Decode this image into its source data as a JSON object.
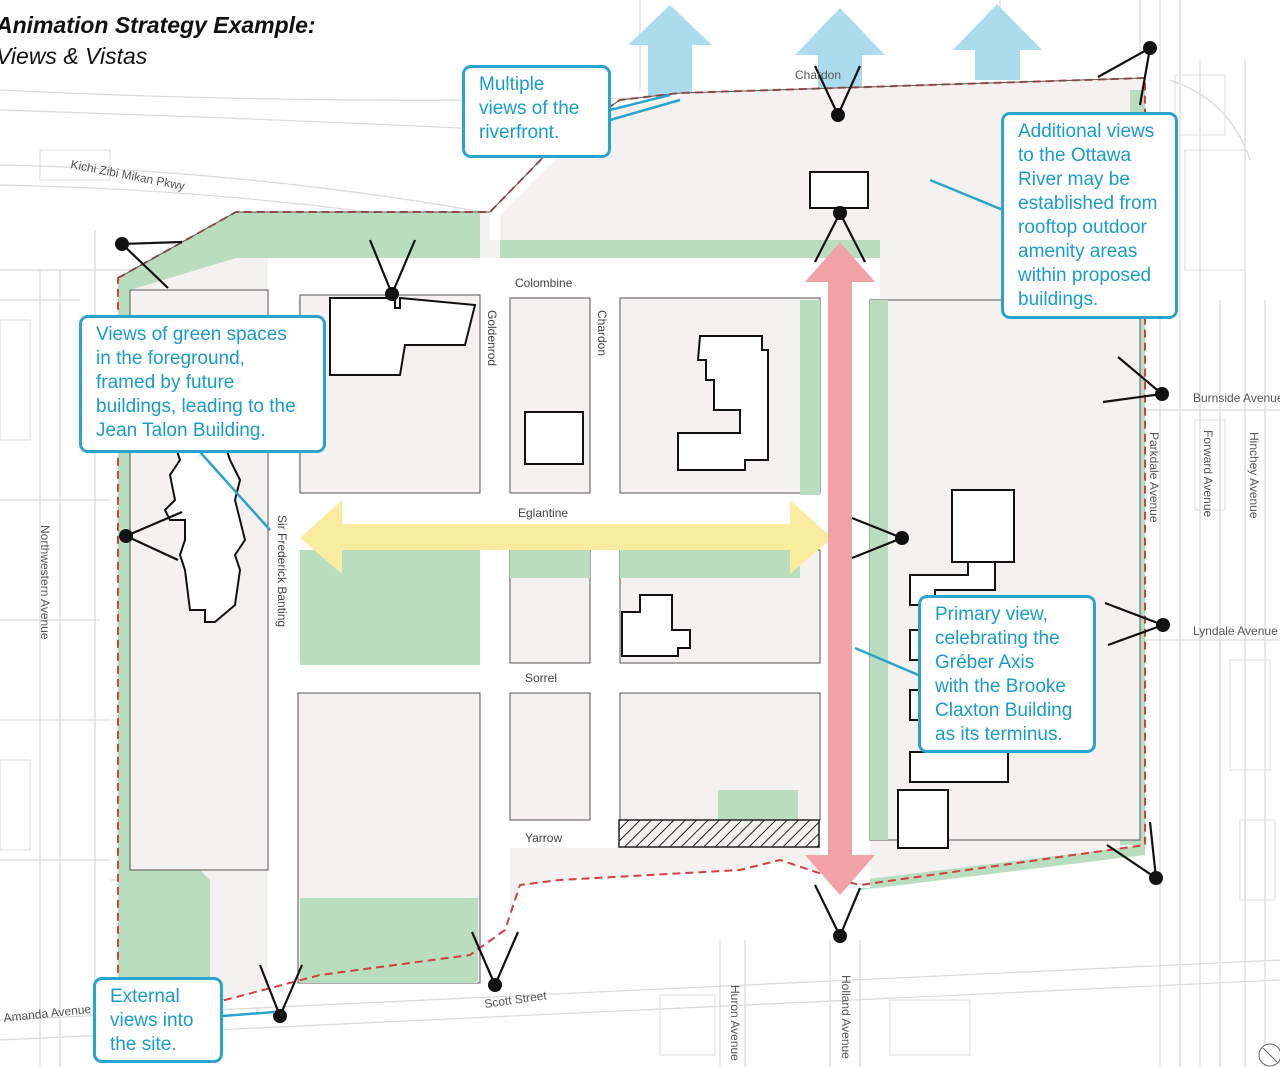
{
  "title": {
    "line1": "Animation Strategy Example:",
    "line2": "Views & Vistas"
  },
  "callouts": {
    "riverfront": [
      "Multiple",
      "views of the",
      "riverfront."
    ],
    "ottawa": [
      "Additional views",
      "to the Ottawa",
      "River may be",
      "established from",
      "rooftop outdoor",
      "amenity areas",
      "within proposed",
      "buildings."
    ],
    "green": [
      "Views of green spaces",
      "in the foreground,",
      "framed by future",
      "buildings, leading to the",
      "Jean Talon Building."
    ],
    "primary": [
      "Primary view,",
      "celebrating the",
      "Gréber Axis",
      "with the Brooke",
      "Claxton Building",
      "as its terminus."
    ],
    "external": [
      "External",
      "views into",
      "the site."
    ]
  },
  "streets": {
    "kichi": "Kichi Zibi Mikan Pkwy",
    "chardon_top": "Chardon",
    "colombine": "Colombine",
    "goldenrod": "Goldenrod",
    "chardon": "Chardon",
    "eglantine": "Eglantine",
    "sorrel": "Sorrel",
    "yarrow": "Yarrow",
    "sir_frederick": "Sir Frederick Banting",
    "northwestern": "Northwestern Avenue",
    "burnside": "Burnside Avenue",
    "parkdale": "Parkdale Avenue",
    "forward": "Forward Avenue",
    "hinchey": "Hinchey Avenue",
    "lyndale": "Lyndale Avenue",
    "scott": "Scott Street",
    "amanda": "Amanda Avenue",
    "huron": "Huron Avenue",
    "holland": "Holland Avenue"
  },
  "colors": {
    "site_fill": "#f5f1f1",
    "green_space": "#b9ddbf",
    "boundary": "#d2413c",
    "callout": "#2aa3cf",
    "primary_axis": "#f2a2a6",
    "secondary_axis": "#f9ec9e",
    "river_arrows": "#aadcee"
  }
}
